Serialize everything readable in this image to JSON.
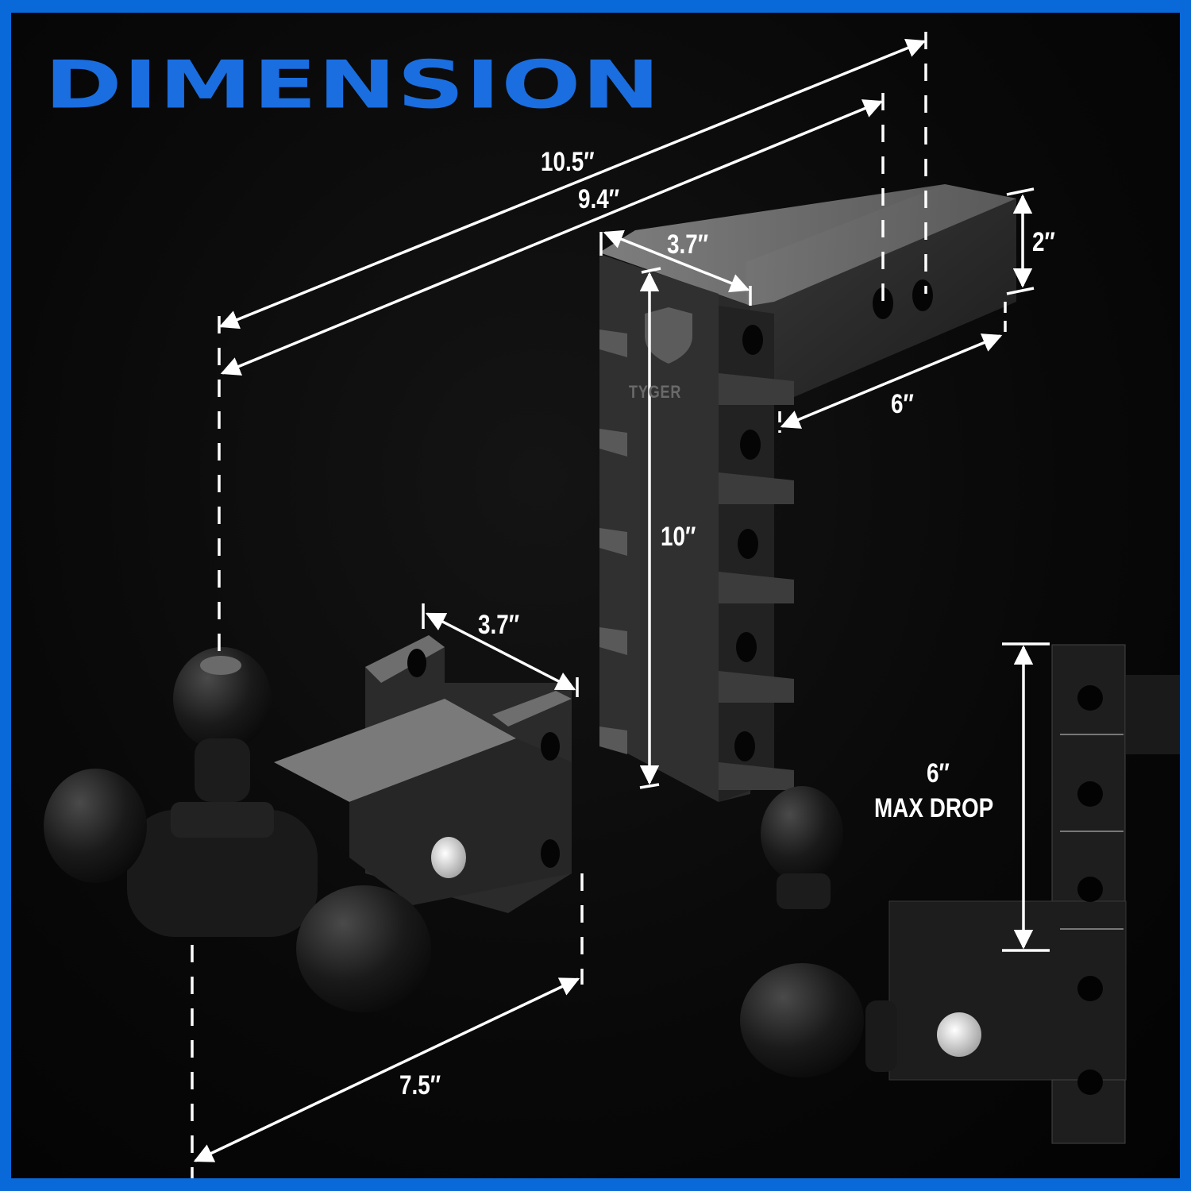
{
  "title": "DIMENSION",
  "brand": {
    "logo_text": "TYGER",
    "logo_icon": "tiger-shield-icon"
  },
  "colors": {
    "frame": "#0a69d9",
    "title": "#1a6ee0",
    "background": "#080808",
    "annotation": "#ffffff"
  },
  "dimensions": {
    "overall_length": "10.5″",
    "shank_to_pin_length": "9.4″",
    "shank_top_width": "3.7″",
    "shank_height": "2″",
    "shank_length": "6″",
    "drop_bar_height": "10″",
    "ball_mount_width": "3.7″",
    "ball_mount_length": "7.5″",
    "max_drop_value": "6″",
    "max_drop_label": "MAX DROP"
  },
  "components": [
    {
      "name": "receiver-shank",
      "holes": 2
    },
    {
      "name": "adjustable-drop-bar",
      "holes": 5
    },
    {
      "name": "tri-ball-mount",
      "balls": 3
    },
    {
      "name": "side-view-assembly",
      "holes": 5
    }
  ]
}
